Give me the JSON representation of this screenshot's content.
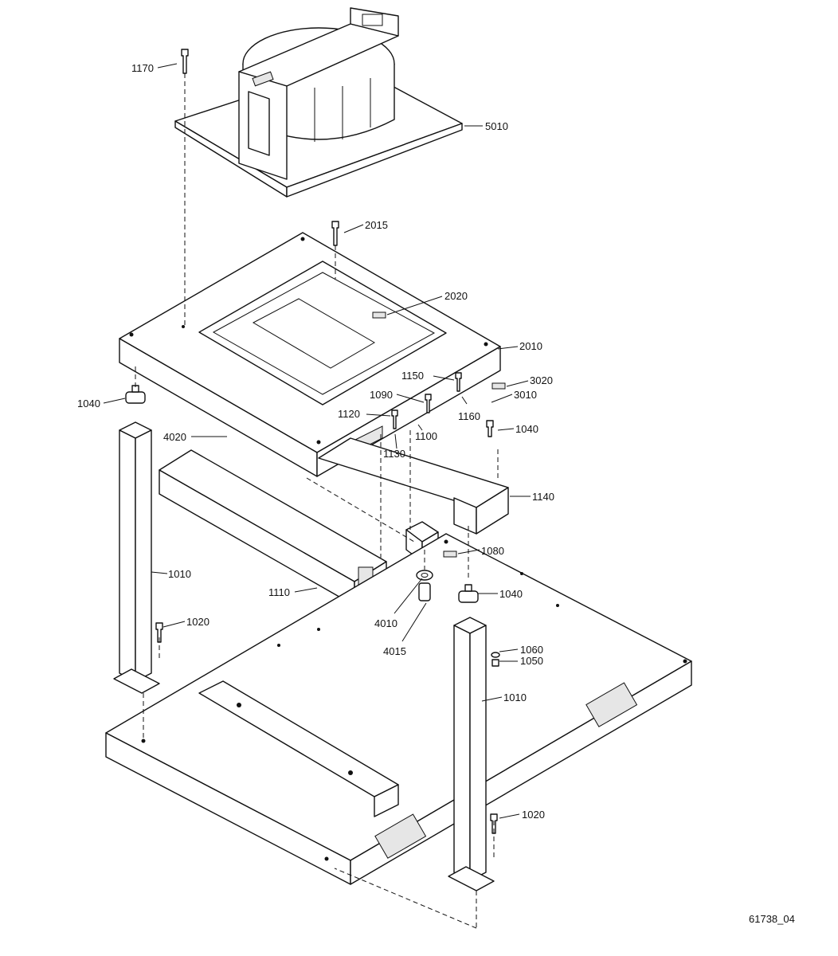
{
  "figure_id": "61738_04",
  "parts": {
    "p5010": "5010",
    "p1170": "1170",
    "p2015": "2015",
    "p2020": "2020",
    "p2010": "2010",
    "p1150": "1150",
    "p3020": "3020",
    "p3010": "3010",
    "p1090": "1090",
    "p1160": "1160",
    "p1120": "1120",
    "p1100": "1100",
    "p1040a": "1040",
    "p1040b": "1040",
    "p1040c": "1040",
    "p4020": "4020",
    "p1130": "1130",
    "p1140": "1140",
    "p1080": "1080",
    "p1010a": "1010",
    "p1010b": "1010",
    "p1110": "1110",
    "p4010": "4010",
    "p4015": "4015",
    "p1020a": "1020",
    "p1020b": "1020",
    "p1060": "1060",
    "p1050": "1050"
  }
}
